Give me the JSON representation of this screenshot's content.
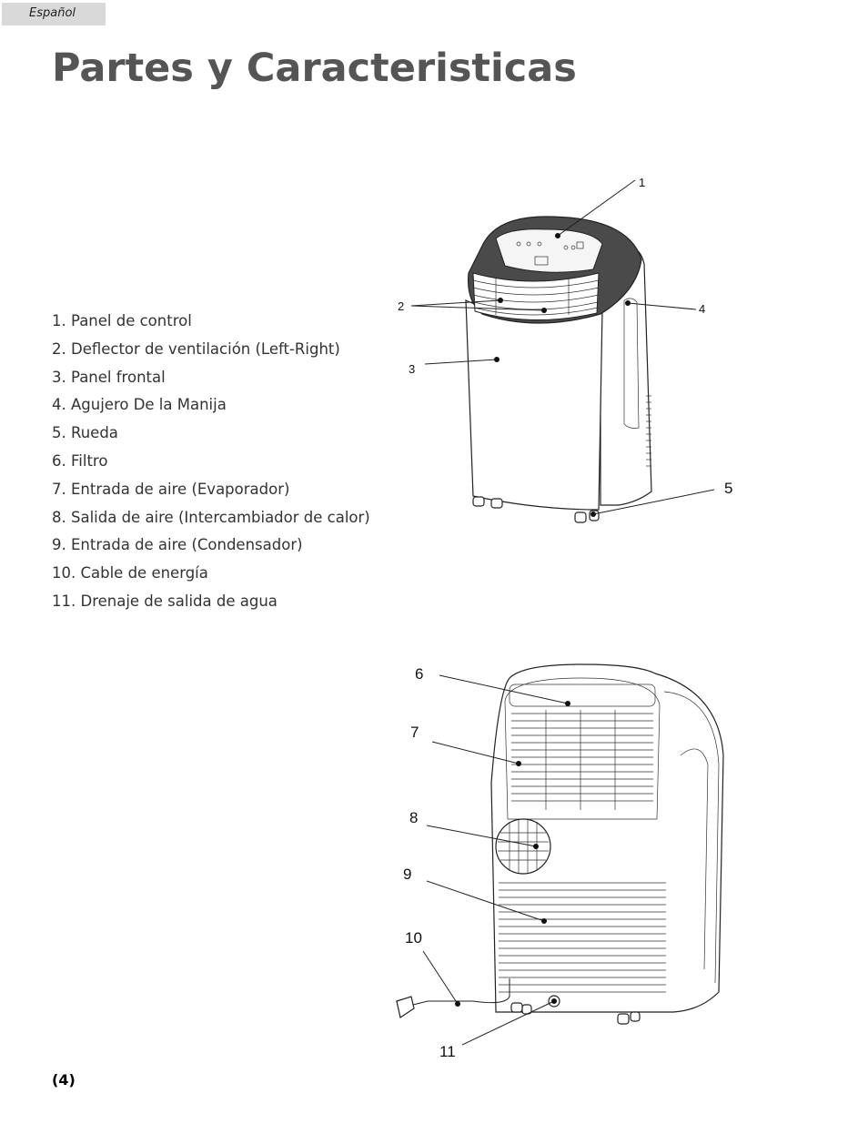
{
  "language_tab": "Español",
  "title": "Partes y Caracteristicas",
  "parts": [
    "1. Panel de control",
    "2. Deflector de ventilación (Left-Right)",
    "3. Panel frontal",
    "4. Agujero De la Manija",
    "5. Rueda",
    "6. Filtro",
    "7. Entrada de aire (Evaporador)",
    "8. Salida de aire (Intercambiador de calor)",
    "9. Entrada de aire (Condensador)",
    "10. Cable de energía",
    "11. Drenaje de salida de agua"
  ],
  "front_callouts": [
    "1",
    "2",
    "3",
    "4",
    "5"
  ],
  "back_callouts": [
    "6",
    "7",
    "8",
    "9",
    "10",
    "11"
  ],
  "page_number": "(4)"
}
